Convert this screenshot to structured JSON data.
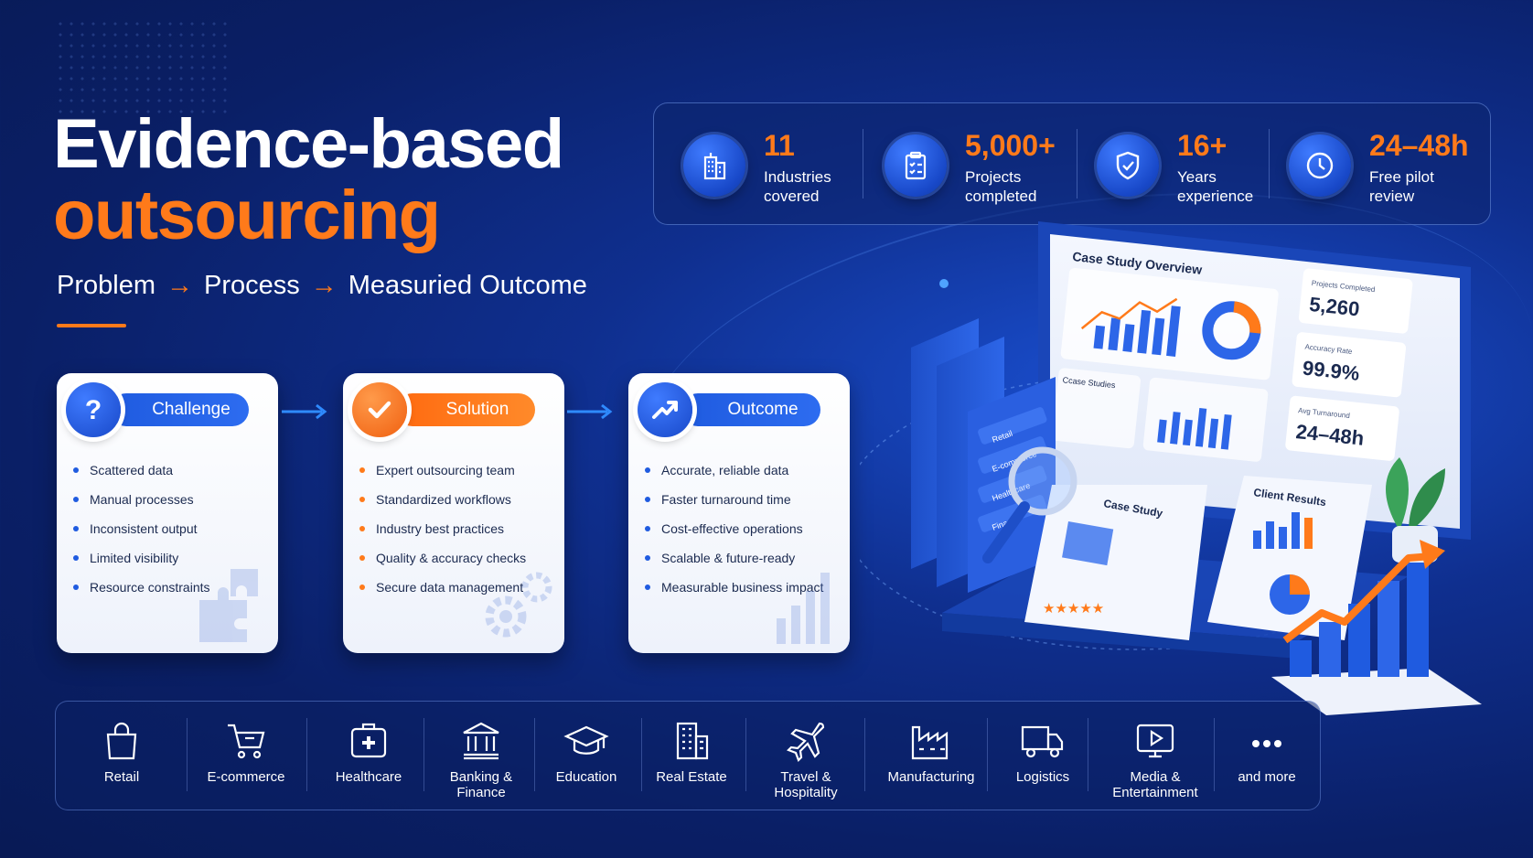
{
  "title": {
    "line1": "Evidence-based",
    "line2": "outsourcing"
  },
  "flow": {
    "step1": "Problem",
    "step2": "Process",
    "step3": "Measuried Outcome",
    "arrow": "→"
  },
  "stats": [
    {
      "icon": "buildings-icon",
      "value": "11",
      "label": "Industries covered"
    },
    {
      "icon": "clipboard-check-icon",
      "value": "5,000+",
      "label": "Projects completed"
    },
    {
      "icon": "shield-check-icon",
      "value": "16+",
      "label": "Years experience"
    },
    {
      "icon": "clock-icon",
      "value": "24–48h",
      "label": "Free pilot review"
    }
  ],
  "cards": {
    "challenge": {
      "title": "Challenge",
      "icon": "question-icon",
      "items": [
        "Scattered data",
        "Manual processes",
        "Inconsistent output",
        "Limited visibility",
        "Resource constraints"
      ]
    },
    "solution": {
      "title": "Solution",
      "icon": "checkmark-icon",
      "items": [
        "Expert outsourcing team",
        "Standardized workflows",
        "Industry best practices",
        "Quality & accuracy checks",
        "Secure data management"
      ]
    },
    "outcome": {
      "title": "Outcome",
      "icon": "trend-up-icon",
      "items": [
        "Accurate, reliable data",
        "Faster turnaround time",
        "Cost-effective operations",
        "Scalable & future-ready",
        "Measurable business impact"
      ]
    }
  },
  "industries": [
    {
      "icon": "shopping-bag-icon",
      "label": "Retail"
    },
    {
      "icon": "cart-icon",
      "label": "E-commerce"
    },
    {
      "icon": "medical-kit-icon",
      "label": "Healthcare"
    },
    {
      "icon": "bank-icon",
      "label": "Banking & Finance"
    },
    {
      "icon": "graduation-cap-icon",
      "label": "Education"
    },
    {
      "icon": "building-icon",
      "label": "Real Estate"
    },
    {
      "icon": "airplane-icon",
      "label": "Travel & Hospitality"
    },
    {
      "icon": "factory-icon",
      "label": "Manufacturing"
    },
    {
      "icon": "truck-icon",
      "label": "Logistics"
    },
    {
      "icon": "play-screen-icon",
      "label": "Media & Entertainment"
    },
    {
      "icon": "ellipsis-icon",
      "label": "and more"
    }
  ],
  "illustration": {
    "monitor_title": "Case Study Overview",
    "monitor_subtitle": "Ccase Studies",
    "metric1_label": "Projects Completed",
    "metric1_value": "5,260",
    "metric2_label": "Accuracy Rate",
    "metric2_value": "99.9%",
    "metric3_label": "Avg Turnaround",
    "metric3_value": "24–48h",
    "binder_tabs": [
      "Retail",
      "E-commerce",
      "Healthcare",
      "Finance"
    ],
    "doc1_title": "Case Study",
    "doc2_title": "Client Results"
  },
  "colors": {
    "accent": "#ff7a1a",
    "brand": "#1f5be0",
    "background": "#0a1f66"
  }
}
